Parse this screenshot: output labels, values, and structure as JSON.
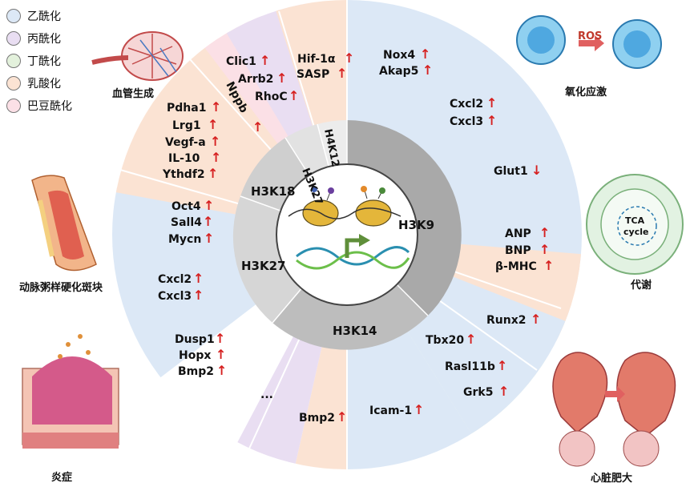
{
  "legend": [
    {
      "label": "乙酰化",
      "color": "#dce8f6"
    },
    {
      "label": "丙酰化",
      "color": "#e9def2"
    },
    {
      "label": "丁酰化",
      "color": "#e3f1dc"
    },
    {
      "label": "乳酸化",
      "color": "#fbe3d3"
    },
    {
      "label": "巴豆酰化",
      "color": "#fbe0e6"
    }
  ],
  "captions": {
    "angiogenesis": "血管生成",
    "oxidative_stress": "氧化应激",
    "ros": "ROS",
    "plaque": "动脉粥样硬化斑块",
    "metabolism": "代谢",
    "tca": "TCA",
    "tca_cycle": "cycle",
    "inflammation": "炎症",
    "hypertrophy": "心脏肥大"
  },
  "marks": {
    "up": "↑",
    "down": "↓"
  },
  "histone_marks": {
    "h3k9": "H3K9",
    "h3k14": "H3K14",
    "h3k27_left": "H3K27",
    "h3k18": "H3K18",
    "h3k27_top": "H3K27",
    "h4k12": "H4K12"
  },
  "genes": {
    "hif1a": "Hif-1α",
    "sasp": "SASP",
    "clic1": "Clic1",
    "arrb2": "Arrb2",
    "rhoc": "RhoC",
    "nppb": "Nppb",
    "pdha1": "Pdha1",
    "lrg1": "Lrg1",
    "vegfa": "Vegf-a",
    "il10": "IL-10",
    "ythdf2": "Ythdf2",
    "oct4": "Oct4",
    "sall4": "Sall4",
    "mycn": "Mycn",
    "cxcl2_left": "Cxcl2",
    "cxcl3_left": "Cxcl3",
    "dusp1": "Dusp1",
    "hopx": "Hopx",
    "bmp2_left": "Bmp2",
    "ellipsis": "...",
    "bmp2_bottom": "Bmp2",
    "icam1": "Icam-1",
    "nox4": "Nox4",
    "akap5": "Akap5",
    "cxcl2_right": "Cxcl2",
    "cxcl3_right": "Cxcl3",
    "glut1": "Glut1",
    "anp": "ANP",
    "bnp": "BNP",
    "bmhc": "β-MHC",
    "runx2": "Runx2",
    "tbx20": "Tbx20",
    "rasl11b": "Rasl11b",
    "grk5": "Grk5"
  }
}
